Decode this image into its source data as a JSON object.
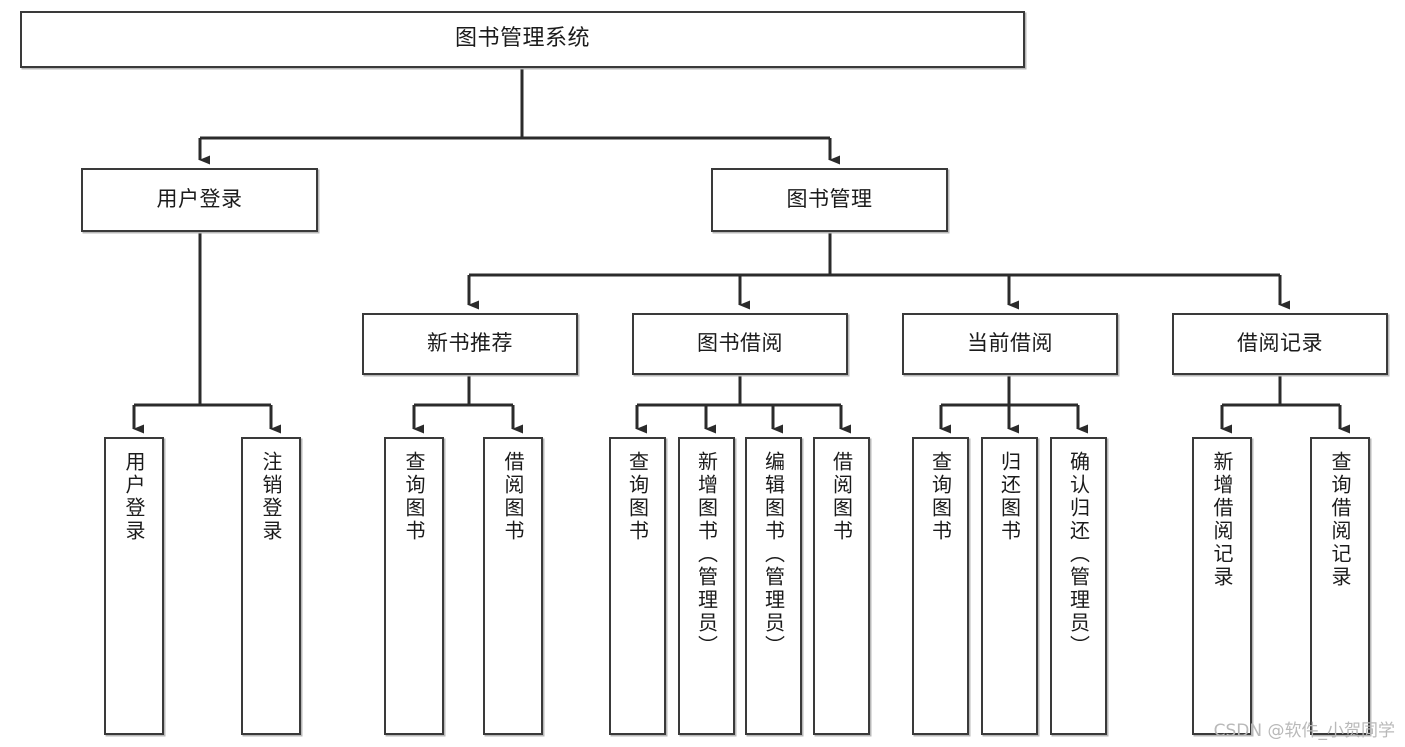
{
  "diagram": {
    "title": "图书管理系统",
    "type": "tree-hierarchy-chart",
    "colors": {
      "box_border": "#3a3a3a",
      "box_fill": "#ffffff",
      "edge": "#2b2b2b",
      "background": "#ffffff",
      "watermark": "#b9b9b9"
    },
    "root": {
      "label": "图书管理系统"
    },
    "level2": [
      {
        "label": "用户登录"
      },
      {
        "label": "图书管理"
      }
    ],
    "level3": [
      {
        "label": "新书推荐"
      },
      {
        "label": "图书借阅"
      },
      {
        "label": "当前借阅"
      },
      {
        "label": "借阅记录"
      }
    ],
    "leaves": {
      "user_login": [
        {
          "label": "用户登录"
        },
        {
          "label": "注销登录"
        }
      ],
      "new_book_recommend": [
        {
          "label": "查询图书"
        },
        {
          "label": "借阅图书"
        }
      ],
      "book_borrow": [
        {
          "label": "查询图书"
        },
        {
          "label": "新增图书（管理员）"
        },
        {
          "label": "编辑图书（管理员）"
        },
        {
          "label": "借阅图书"
        }
      ],
      "current_borrow": [
        {
          "label": "查询图书"
        },
        {
          "label": "归还图书"
        },
        {
          "label": "确认归还（管理员）"
        }
      ],
      "borrow_record": [
        {
          "label": "新增借阅记录"
        },
        {
          "label": "查询借阅记录"
        }
      ]
    }
  },
  "watermark": {
    "text": "CSDN @软件_小贺同学"
  }
}
